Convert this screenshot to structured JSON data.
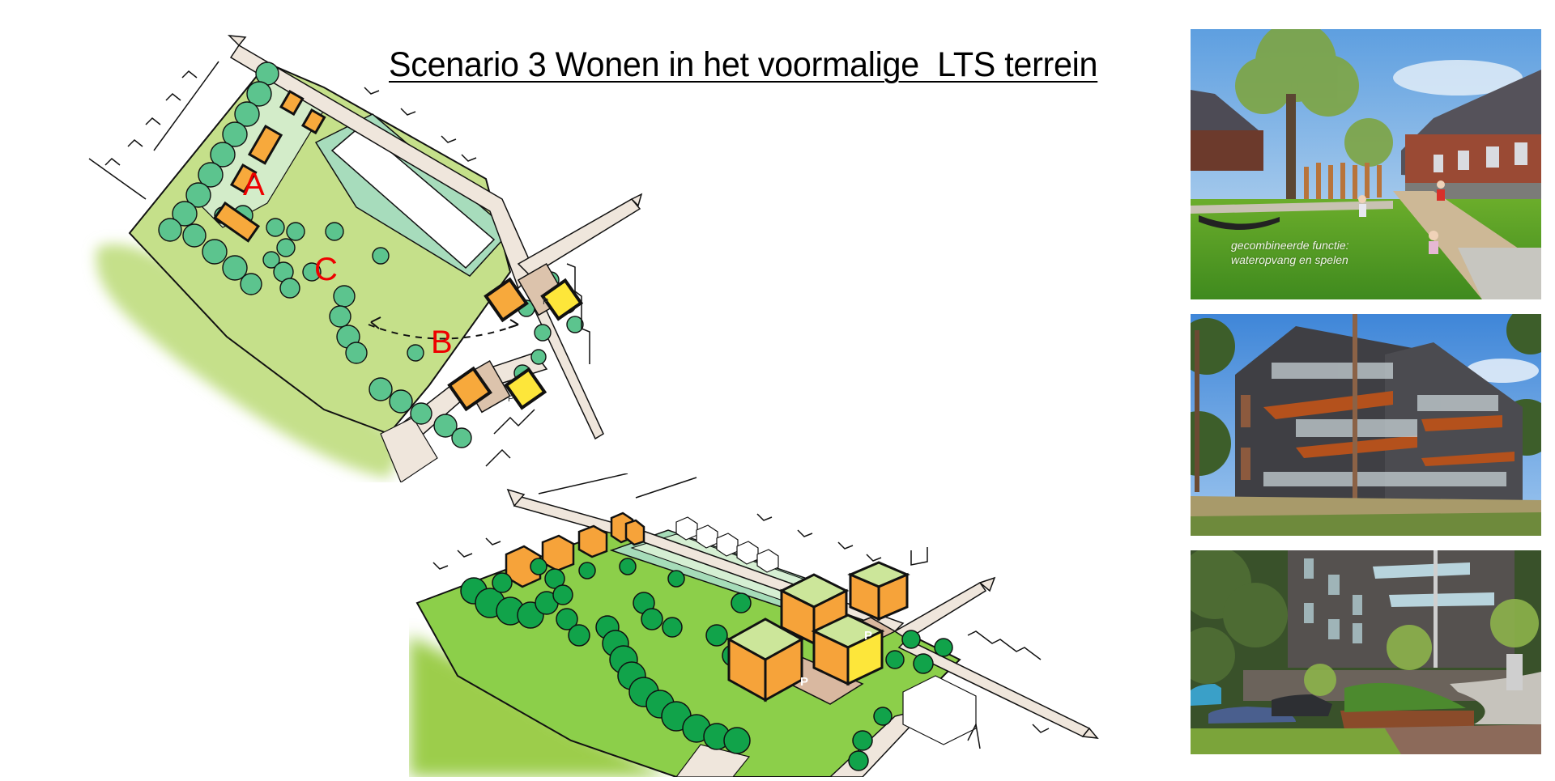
{
  "slide": {
    "title": "Scenario 3 Wonen in het voormalige  LTS terrein",
    "plan_drawing": {
      "labels": {
        "a": "A",
        "b": "B",
        "c": "C"
      },
      "parking_marks": [
        "P",
        "P"
      ],
      "colors": {
        "grass": "#c5e08a",
        "trees": "#5cc48e",
        "water_edge": "#a7dcbc",
        "road": "#efe6dc",
        "houses_orange": "#f7a93c",
        "houses_yellow": "#fde63a",
        "parking": "#dcc3ac",
        "label_red": "#ee0000"
      }
    },
    "isometric_drawing": {
      "parking_marks": [
        "P",
        "P"
      ],
      "colors": {
        "grass": "#8ccf4a",
        "trees": "#11a34a",
        "roofs": "#cce69a",
        "facade_orange": "#f6a33a",
        "parking": "#d9b8a0"
      }
    },
    "photos": [
      {
        "caption_line1": "gecombineerde functie:",
        "caption_line2": "wateropvang en spelen"
      },
      {},
      {}
    ]
  }
}
